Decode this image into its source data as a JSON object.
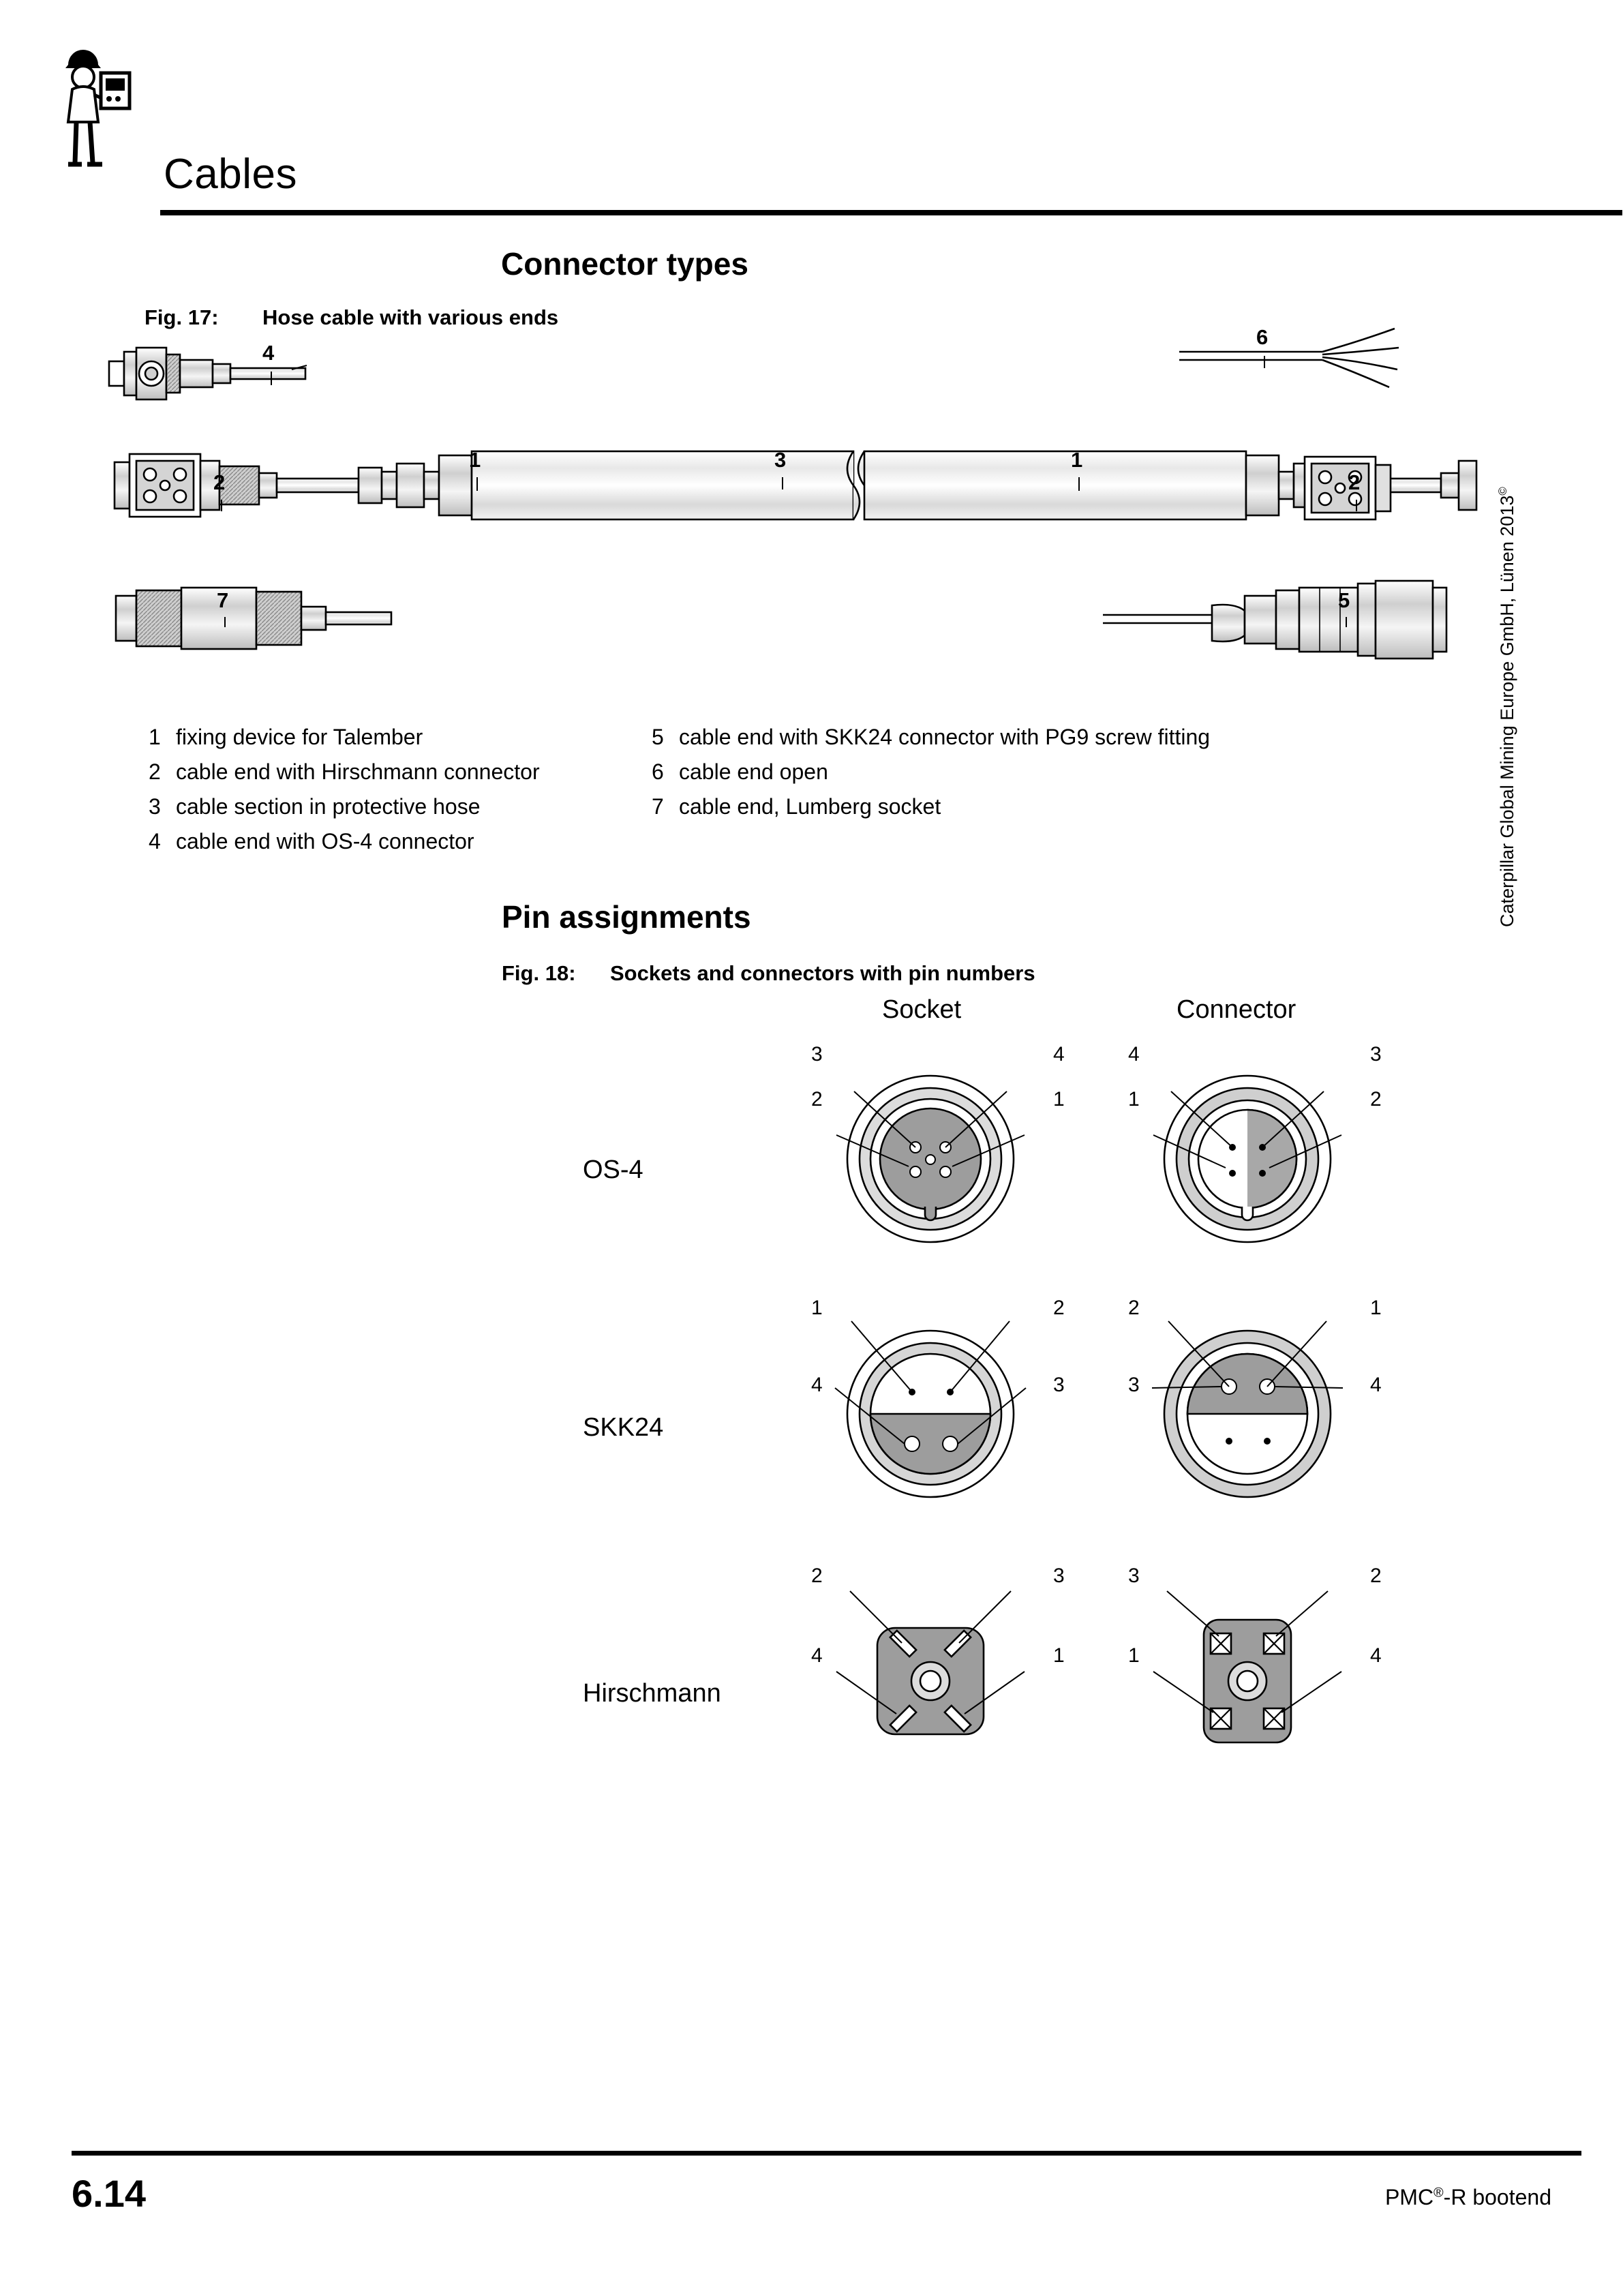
{
  "header": {
    "title": "Cables",
    "icon": "technician-with-device-icon"
  },
  "sections": {
    "connector_types": {
      "title": "Connector types",
      "figure": {
        "label": "Fig. 17:",
        "caption": "Hose cable with various ends"
      },
      "callouts": [
        "4",
        "6",
        "1",
        "3",
        "1",
        "2",
        "2",
        "7",
        "5"
      ],
      "legend_left": [
        {
          "num": "1",
          "text": "fixing device for Talember"
        },
        {
          "num": "2",
          "text": "cable end with Hirschmann connector"
        },
        {
          "num": "3",
          "text": "cable section in protective hose"
        },
        {
          "num": "4",
          "text": "cable end with OS-4 connector"
        }
      ],
      "legend_right": [
        {
          "num": "5",
          "text": "cable end with SKK24 connector with PG9 screw fitting"
        },
        {
          "num": "6",
          "text": "cable end open"
        },
        {
          "num": "7",
          "text": "cable end, Lumberg socket"
        }
      ]
    },
    "pin_assignments": {
      "title": "Pin assignments",
      "figure": {
        "label": "Fig. 18:",
        "caption": "Sockets and connectors with pin numbers"
      },
      "column_headers": [
        "Socket",
        "Connector"
      ],
      "rows": [
        {
          "name": "OS-4",
          "socket_pins": {
            "top_left": "3",
            "top_right": "4",
            "left": "2",
            "right": "1"
          },
          "connector_pins": {
            "top_left": "4",
            "top_right": "3",
            "left": "1",
            "right": "2"
          }
        },
        {
          "name": "SKK24",
          "socket_pins": {
            "top_left": "1",
            "top_right": "2",
            "left": "4",
            "right": "3"
          },
          "connector_pins": {
            "top_left": "2",
            "top_right": "1",
            "left": "3",
            "right": "4"
          }
        },
        {
          "name": "Hirschmann",
          "socket_pins": {
            "top_left": "2",
            "top_right": "3",
            "left": "4",
            "right": "1"
          },
          "connector_pins": {
            "top_left": "3",
            "top_right": "2",
            "left": "1",
            "right": "4"
          }
        }
      ]
    }
  },
  "side_copyright": "Caterpillar Global Mining Europe GmbH, Lünen 2013",
  "side_copyright_mark": "©",
  "footer": {
    "page_number": "6.14",
    "doc_title_pre": "PMC",
    "doc_title_sup": "®",
    "doc_title_post": "-R bootend"
  }
}
